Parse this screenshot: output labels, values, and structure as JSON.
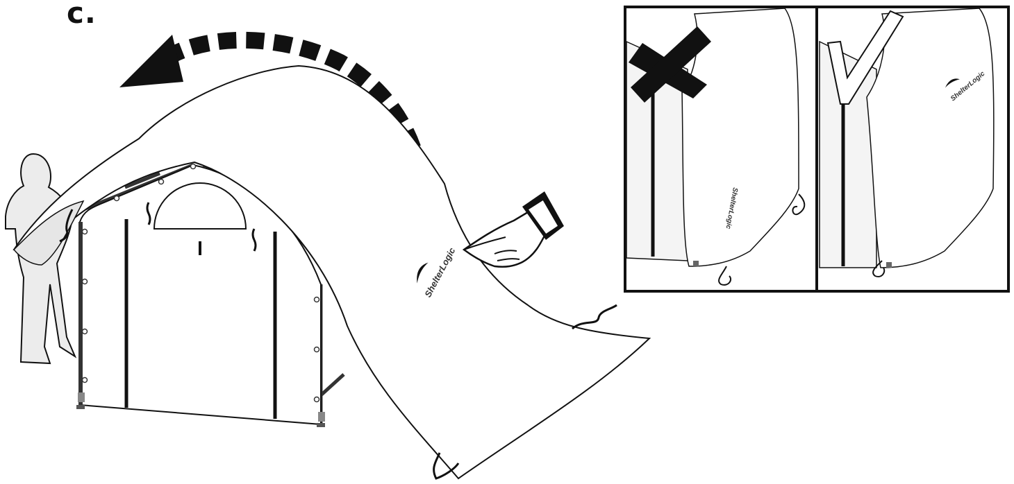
{
  "step": {
    "label": "c."
  },
  "brand": {
    "logo_text": "ShelterLogic"
  },
  "inset_panels": [
    {
      "name": "incorrect",
      "mark": "cross-mark-icon"
    },
    {
      "name": "correct",
      "mark": "check-mark-icon"
    }
  ],
  "colors": {
    "line": "#1a1a1a",
    "cover": "#ffffff",
    "shade": "#e8e8e8",
    "person": "#ededed"
  }
}
